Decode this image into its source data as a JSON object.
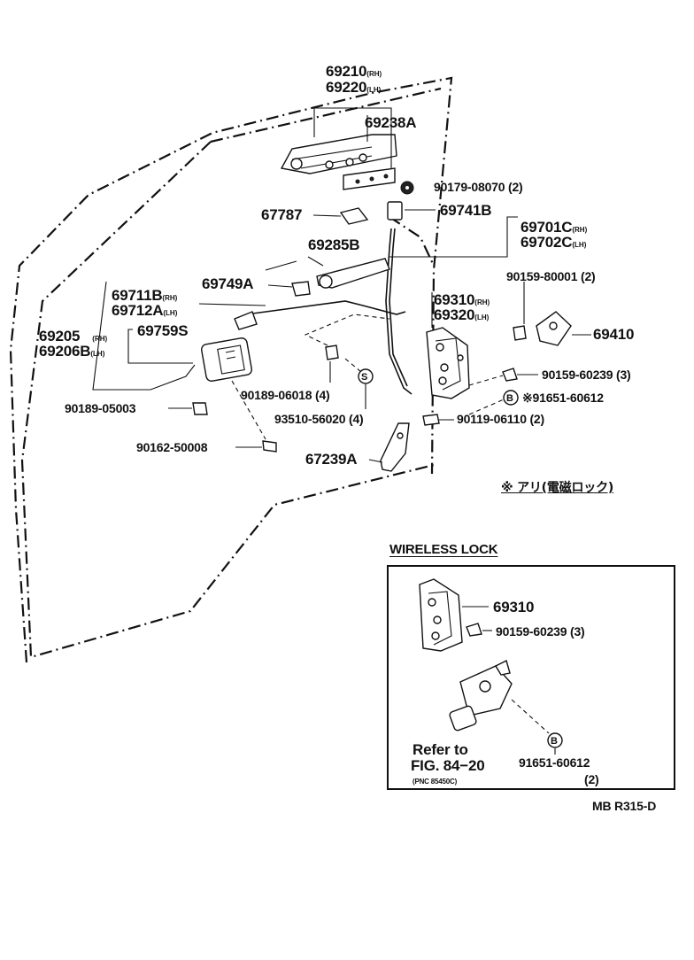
{
  "labels": {
    "p69210": "69210",
    "p69210_side": "(RH)",
    "p69220": "69220",
    "p69220_side": "(LH)",
    "p69238A": "69238A",
    "p90179": "90179-08070 (2)",
    "p67787": "67787",
    "p69741B": "69741B",
    "p69701C": "69701C",
    "p69701C_side": "(RH)",
    "p69702C": "69702C",
    "p69702C_side": "(LH)",
    "p69285B": "69285B",
    "p90159_80001": "90159-80001 (2)",
    "p69749A": "69749A",
    "p69711B": "69711B",
    "p69711B_side": "(RH)",
    "p69712A": "69712A",
    "p69712A_side": "(LH)",
    "p69310_main": "69310",
    "p69310_side": "(RH)",
    "p69320": "69320",
    "p69320_side": "(LH)",
    "p69205": "69205",
    "p69205_side": "(RH)",
    "p69206B": "69206B",
    "p69206B_side": "(LH)",
    "p69759S": "69759S",
    "p69410": "69410",
    "p90159_60239_main": "90159-60239 (3)",
    "p91651_main": "※91651-60612",
    "p90189_06018": "90189-06018 (4)",
    "p90189_05003": "90189-05003",
    "p93510": "93510-56020 (4)",
    "p90119": "90119-06110 (2)",
    "p90162": "90162-50008",
    "p67239A": "67239A",
    "note_jp": "※ アリ(電磁ロック)",
    "wireless_title": "WIRELESS LOCK",
    "w69310": "69310",
    "w90159": "90159-60239 (3)",
    "refer_to": "Refer to",
    "fig_ref": "FIG. 84−20",
    "pnc_ref": "(PNC 85450C)",
    "w91651": "91651-60612",
    "w91651_qty": "(2)",
    "mark_s": "S",
    "mark_b": "B",
    "diagram_id": "MB R315-D"
  }
}
